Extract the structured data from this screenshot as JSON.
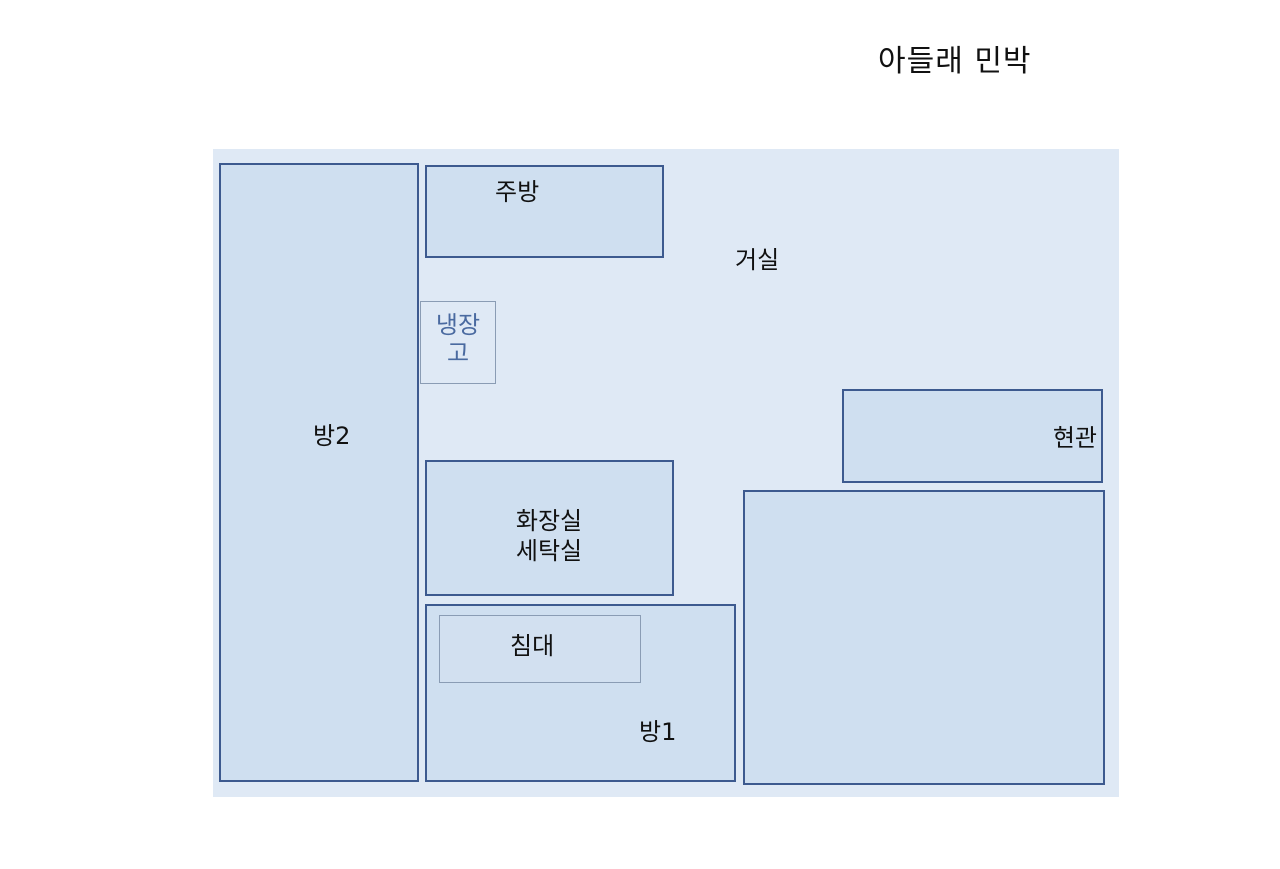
{
  "title": "아들래 민박",
  "colors": {
    "background": "#ffffff",
    "plan_fill": "#dfe9f5",
    "room_fill": "#cfdff0",
    "room_border": "#3d5a8f",
    "furniture_border": "#8a9cb4",
    "fridge_text": "#4a6aa0"
  },
  "plan": {
    "living_room": {
      "label": "거실"
    },
    "rooms": [
      {
        "id": "room2",
        "label": "방2"
      },
      {
        "id": "kitchen",
        "label": "주방"
      },
      {
        "id": "bathroom",
        "label_line1": "화장실",
        "label_line2": "세탁실"
      },
      {
        "id": "room1",
        "label": "방1"
      },
      {
        "id": "entrance",
        "label": "현관"
      },
      {
        "id": "unlabeled_room",
        "label": ""
      }
    ],
    "furniture": [
      {
        "id": "fridge",
        "label_line1": "냉장",
        "label_line2": "고"
      },
      {
        "id": "bed",
        "label": "침대"
      }
    ]
  }
}
